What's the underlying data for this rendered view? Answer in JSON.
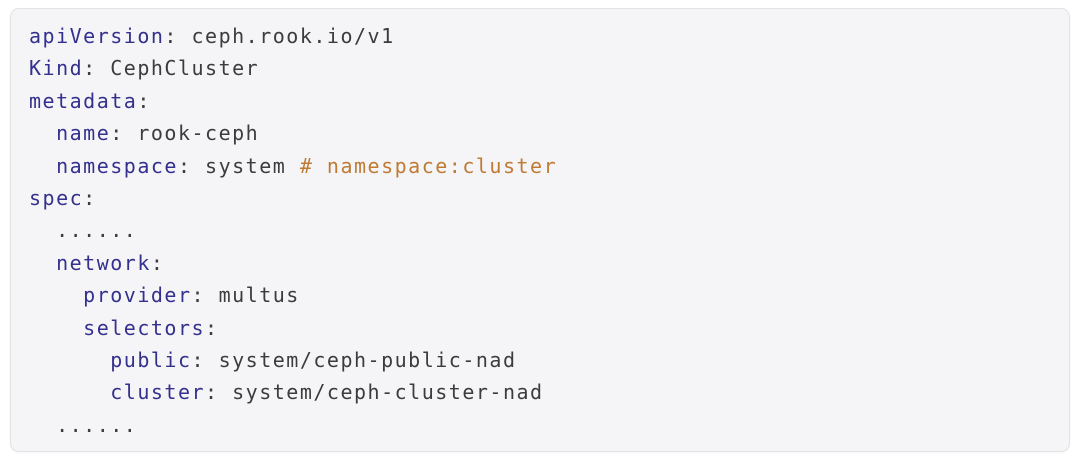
{
  "page": {
    "background_color": "#ffffff"
  },
  "code_block": {
    "language": "yaml",
    "background_color": "#f5f5f7",
    "border_color": "#e3e3e5",
    "token_colors": {
      "key": "#34308d",
      "plain": "#3c3c3c",
      "comment": "#bf7b35"
    },
    "lines": [
      {
        "segments": [
          {
            "type": "key",
            "text": "apiVersion"
          },
          {
            "type": "plain",
            "text": ": ceph.rook.io/v1"
          }
        ]
      },
      {
        "segments": [
          {
            "type": "key",
            "text": "Kind"
          },
          {
            "type": "plain",
            "text": ": CephCluster"
          }
        ]
      },
      {
        "segments": [
          {
            "type": "key",
            "text": "metadata"
          },
          {
            "type": "plain",
            "text": ":"
          }
        ]
      },
      {
        "segments": [
          {
            "type": "plain",
            "text": "  "
          },
          {
            "type": "key",
            "text": "name"
          },
          {
            "type": "plain",
            "text": ": rook-ceph"
          }
        ]
      },
      {
        "segments": [
          {
            "type": "plain",
            "text": "  "
          },
          {
            "type": "key",
            "text": "namespace"
          },
          {
            "type": "plain",
            "text": ": system "
          },
          {
            "type": "comment",
            "text": "# namespace:cluster"
          }
        ]
      },
      {
        "segments": [
          {
            "type": "key",
            "text": "spec"
          },
          {
            "type": "plain",
            "text": ":"
          }
        ]
      },
      {
        "segments": [
          {
            "type": "plain",
            "text": "  ......"
          }
        ]
      },
      {
        "segments": [
          {
            "type": "plain",
            "text": "  "
          },
          {
            "type": "key",
            "text": "network"
          },
          {
            "type": "plain",
            "text": ":"
          }
        ]
      },
      {
        "segments": [
          {
            "type": "plain",
            "text": "    "
          },
          {
            "type": "key",
            "text": "provider"
          },
          {
            "type": "plain",
            "text": ": multus"
          }
        ]
      },
      {
        "segments": [
          {
            "type": "plain",
            "text": "    "
          },
          {
            "type": "key",
            "text": "selectors"
          },
          {
            "type": "plain",
            "text": ":"
          }
        ]
      },
      {
        "segments": [
          {
            "type": "plain",
            "text": "      "
          },
          {
            "type": "key",
            "text": "public"
          },
          {
            "type": "plain",
            "text": ": system/ceph-public-nad"
          }
        ]
      },
      {
        "segments": [
          {
            "type": "plain",
            "text": "      "
          },
          {
            "type": "key",
            "text": "cluster"
          },
          {
            "type": "plain",
            "text": ": system/ceph-cluster-nad"
          }
        ]
      },
      {
        "segments": [
          {
            "type": "plain",
            "text": "  ......"
          }
        ]
      }
    ]
  }
}
